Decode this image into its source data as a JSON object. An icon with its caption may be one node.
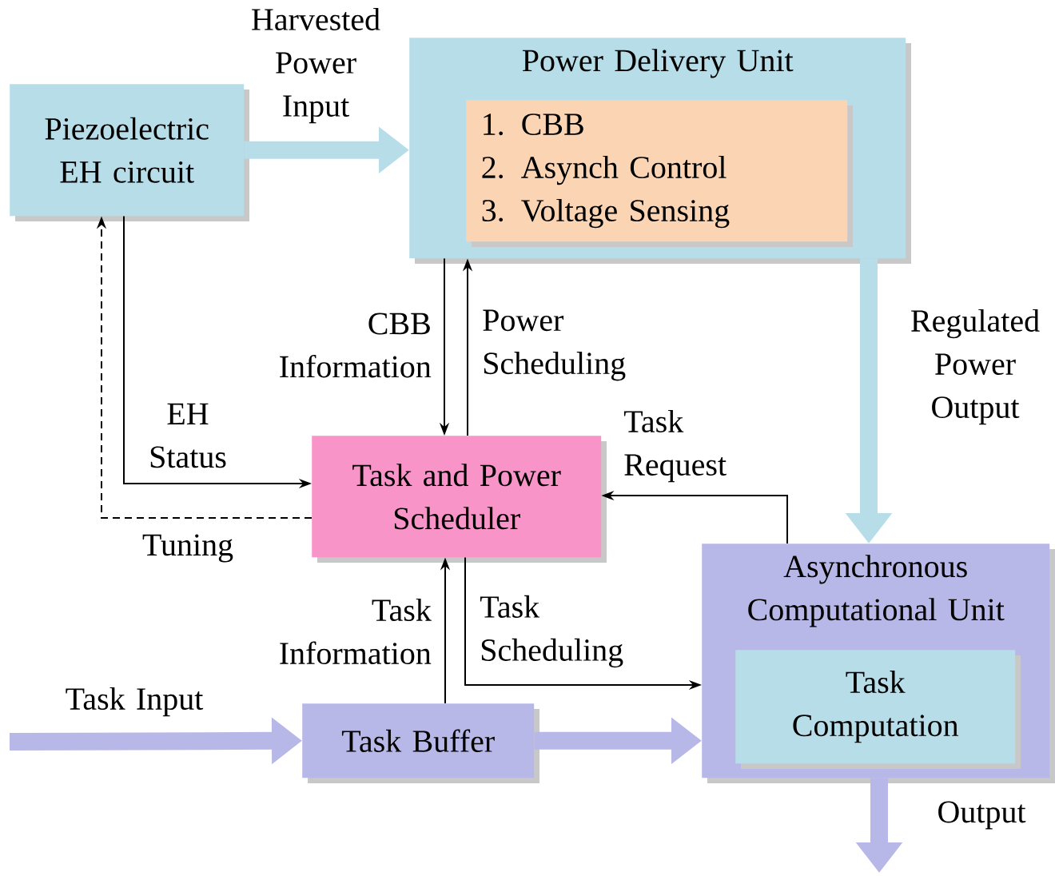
{
  "diagram": {
    "nodes": [
      {
        "text": [
          "Piezoelectric EH circuit"
        ]
      },
      {
        "text": [
          "Power Delivery Unit"
        ]
      },
      {
        "text": [
          "1. CBB",
          "2. Asynch Control",
          "3. Voltage Sensing"
        ],
        "in": 1
      },
      {
        "text": [
          "Task and Power Scheduler"
        ]
      },
      {
        "text": [
          "Asynchronous Computational Unit"
        ]
      },
      {
        "text": [
          "Task Computation"
        ],
        "in": 4
      },
      {
        "text": [
          "Task Buffer"
        ]
      }
    ],
    "edges": [
      {
        "from": 0,
        "to": 1,
        "arrow": "to",
        "label": "Harvested Power Input",
        "style": "thick",
        "color": "#b7dde8"
      },
      {
        "from": 1,
        "to": 3,
        "arrow": "to",
        "label": "CBB Information"
      },
      {
        "from": 3,
        "to": 1,
        "arrow": "to",
        "label": "Power Scheduling"
      },
      {
        "from": 1,
        "to": 4,
        "arrow": "to",
        "label": "Regulated Power Output",
        "style": "thick",
        "color": "#b7dde8"
      },
      {
        "from": 0,
        "to": 3,
        "arrow": "to",
        "label": "EH Status"
      },
      {
        "from": 3,
        "to": 0,
        "arrow": "to",
        "label": "Tuning",
        "style": "dashed"
      },
      {
        "from": 4,
        "to": 3,
        "arrow": "to",
        "label": "Task Request"
      },
      {
        "from": 6,
        "to": 3,
        "arrow": "to",
        "label": "Task Information"
      },
      {
        "from": 3,
        "to": 4,
        "arrow": "to",
        "label": "Task Scheduling"
      },
      {
        "from": null,
        "to": 6,
        "arrow": "to",
        "label": "Task Input",
        "style": "thick",
        "color": "#b8b8e8"
      },
      {
        "from": 6,
        "to": 4,
        "arrow": "to",
        "style": "thick",
        "color": "#b8b8e8"
      },
      {
        "from": 4,
        "to": null,
        "arrow": "to",
        "label": "Output",
        "style": "thick",
        "color": "#b8b8e8"
      }
    ]
  }
}
